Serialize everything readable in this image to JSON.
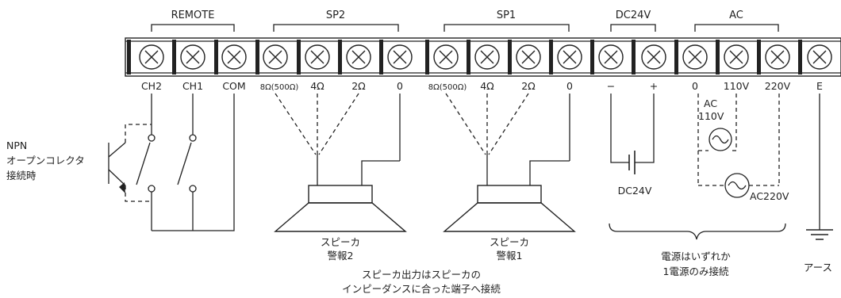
{
  "groups": {
    "remote": "REMOTE",
    "sp2": "SP2",
    "sp1": "SP1",
    "dc": "DC24V",
    "ac": "AC"
  },
  "terminals": {
    "ch2": "CH2",
    "ch1": "CH1",
    "com": "COM",
    "sp2_8": "8Ω(500Ω)",
    "sp2_4": "4Ω",
    "sp2_2": "2Ω",
    "sp2_0": "0",
    "sp1_8": "8Ω(500Ω)",
    "sp1_4": "4Ω",
    "sp1_2": "2Ω",
    "sp1_0": "0",
    "dc_minus": "−",
    "dc_plus": "+",
    "ac_0": "0",
    "ac_110": "110V",
    "ac_220": "220V",
    "earth": "E"
  },
  "labels": {
    "npn_line1": "NPN",
    "npn_line2": "オープンコレクタ",
    "npn_line3": "接続時",
    "speaker2_line1": "スピーカ",
    "speaker2_line2": "警報2",
    "speaker1_line1": "スピーカ",
    "speaker1_line2": "警報1",
    "speaker_note_line1": "スピーカ出力はスピーカの",
    "speaker_note_line2": "インピーダンスに合った端子へ接続",
    "dc_source": "DC24V",
    "ac110_line1": "AC",
    "ac110_line2": "110V",
    "ac220": "AC220V",
    "power_note_line1": "電源はいずれか",
    "power_note_line2": "1電源のみ接続",
    "earth_label": "アース"
  }
}
